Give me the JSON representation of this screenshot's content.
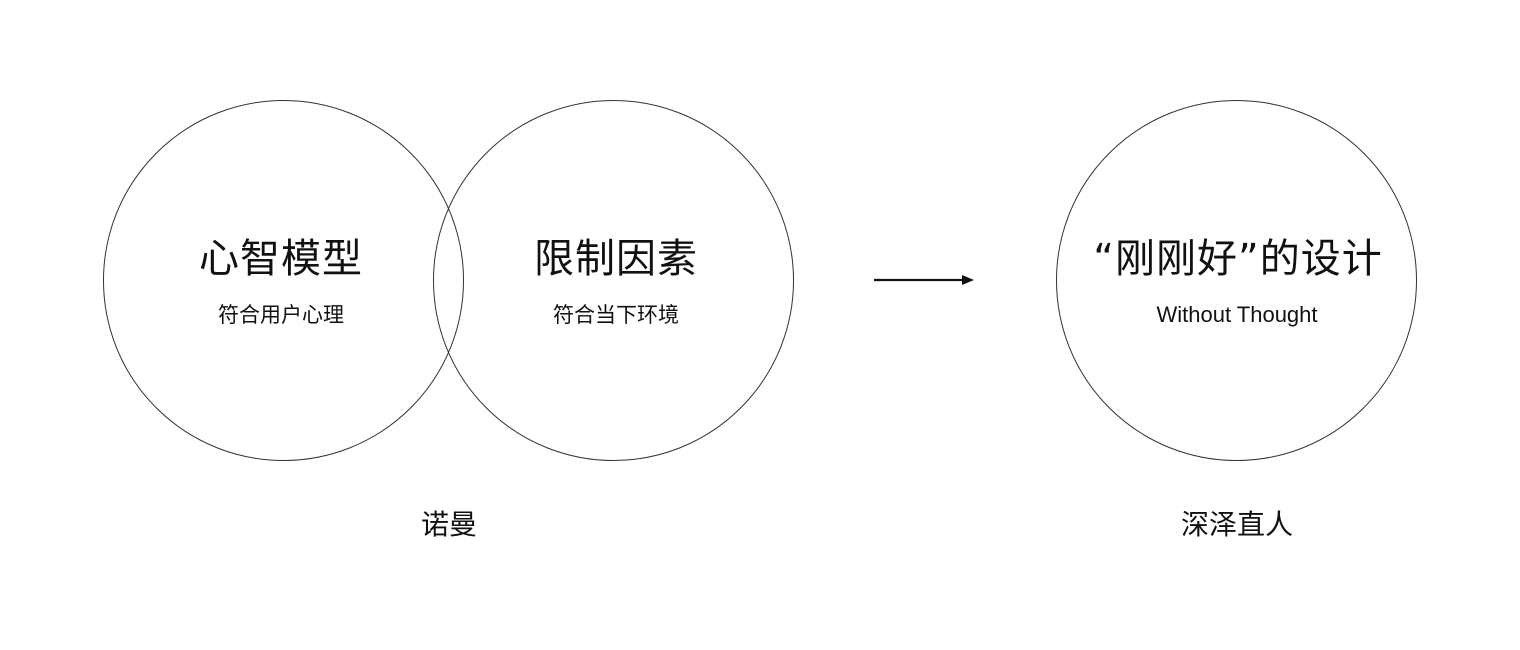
{
  "diagram": {
    "left_group": {
      "circles": [
        {
          "title": "心智模型",
          "subtitle": "符合用户心理"
        },
        {
          "title": "限制因素",
          "subtitle": "符合当下环境"
        }
      ],
      "caption": "诺曼"
    },
    "right_group": {
      "circle": {
        "title": "“刚刚好”的设计",
        "subtitle": "Without Thought"
      },
      "caption": "深泽直人"
    },
    "arrow": {
      "direction": "right",
      "color": "#111111"
    },
    "colors": {
      "background": "#ffffff",
      "outline": "#333333",
      "text": "#111111"
    }
  }
}
